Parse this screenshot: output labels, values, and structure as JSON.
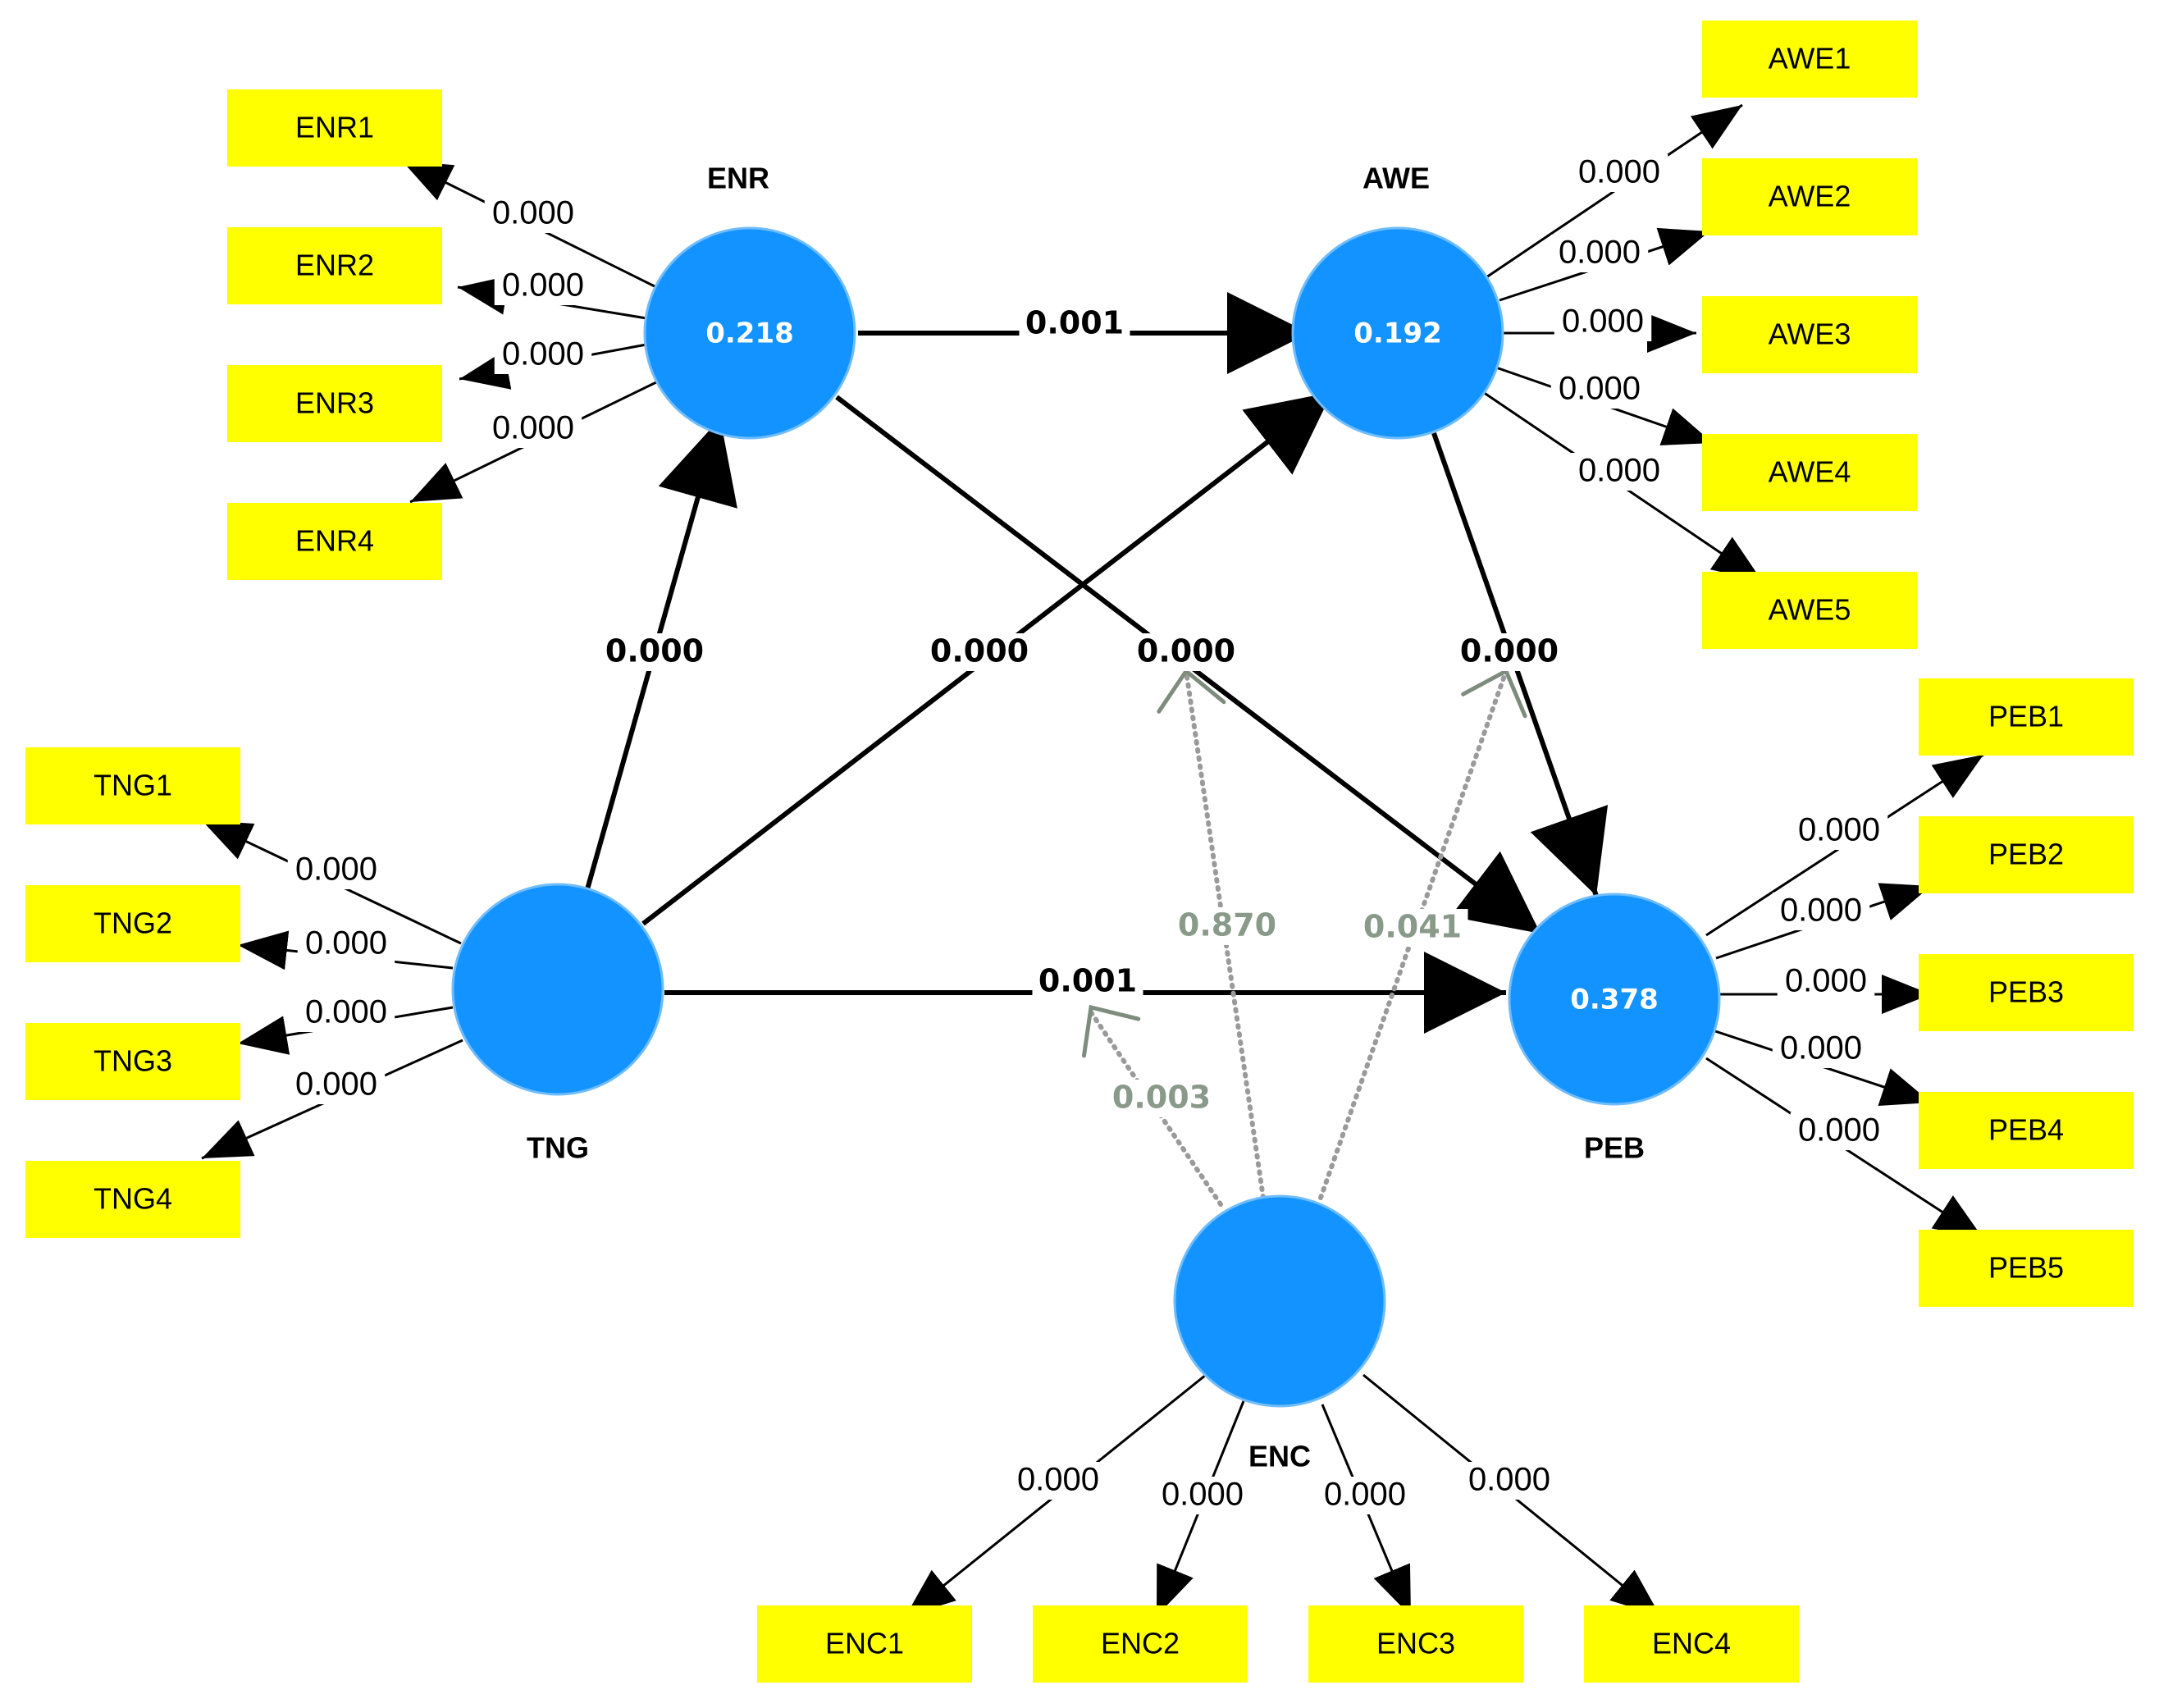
{
  "colors": {
    "construct_fill": "#1393ff",
    "indicator_fill": "#ffff00",
    "moderation_line": "#9a9a9a",
    "moderation_label": "#8a9a8a"
  },
  "constructs": [
    {
      "id": "ENR",
      "name": "ENR",
      "r2": "0.218"
    },
    {
      "id": "AWE",
      "name": "AWE",
      "r2": "0.192"
    },
    {
      "id": "TNG",
      "name": "TNG",
      "r2": ""
    },
    {
      "id": "PEB",
      "name": "PEB",
      "r2": "0.378"
    },
    {
      "id": "ENC",
      "name": "ENC",
      "r2": ""
    }
  ],
  "indicators": [
    {
      "id": "ENR1",
      "label": "ENR1",
      "construct": "ENR",
      "p": "0.000"
    },
    {
      "id": "ENR2",
      "label": "ENR2",
      "construct": "ENR",
      "p": "0.000"
    },
    {
      "id": "ENR3",
      "label": "ENR3",
      "construct": "ENR",
      "p": "0.000"
    },
    {
      "id": "ENR4",
      "label": "ENR4",
      "construct": "ENR",
      "p": "0.000"
    },
    {
      "id": "AWE1",
      "label": "AWE1",
      "construct": "AWE",
      "p": "0.000"
    },
    {
      "id": "AWE2",
      "label": "AWE2",
      "construct": "AWE",
      "p": "0.000"
    },
    {
      "id": "AWE3",
      "label": "AWE3",
      "construct": "AWE",
      "p": "0.000"
    },
    {
      "id": "AWE4",
      "label": "AWE4",
      "construct": "AWE",
      "p": "0.000"
    },
    {
      "id": "AWE5",
      "label": "AWE5",
      "construct": "AWE",
      "p": "0.000"
    },
    {
      "id": "TNG1",
      "label": "TNG1",
      "construct": "TNG",
      "p": "0.000"
    },
    {
      "id": "TNG2",
      "label": "TNG2",
      "construct": "TNG",
      "p": "0.000"
    },
    {
      "id": "TNG3",
      "label": "TNG3",
      "construct": "TNG",
      "p": "0.000"
    },
    {
      "id": "TNG4",
      "label": "TNG4",
      "construct": "TNG",
      "p": "0.000"
    },
    {
      "id": "PEB1",
      "label": "PEB1",
      "construct": "PEB",
      "p": "0.000"
    },
    {
      "id": "PEB2",
      "label": "PEB2",
      "construct": "PEB",
      "p": "0.000"
    },
    {
      "id": "PEB3",
      "label": "PEB3",
      "construct": "PEB",
      "p": "0.000"
    },
    {
      "id": "PEB4",
      "label": "PEB4",
      "construct": "PEB",
      "p": "0.000"
    },
    {
      "id": "PEB5",
      "label": "PEB5",
      "construct": "PEB",
      "p": "0.000"
    },
    {
      "id": "ENC1",
      "label": "ENC1",
      "construct": "ENC",
      "p": "0.000"
    },
    {
      "id": "ENC2",
      "label": "ENC2",
      "construct": "ENC",
      "p": "0.000"
    },
    {
      "id": "ENC3",
      "label": "ENC3",
      "construct": "ENC",
      "p": "0.000"
    },
    {
      "id": "ENC4",
      "label": "ENC4",
      "construct": "ENC",
      "p": "0.000"
    }
  ],
  "paths": [
    {
      "id": "ENR-AWE",
      "from": "ENR",
      "to": "AWE",
      "p": "0.001"
    },
    {
      "id": "TNG-ENR",
      "from": "TNG",
      "to": "ENR",
      "p": "0.000"
    },
    {
      "id": "TNG-AWE",
      "from": "TNG",
      "to": "AWE",
      "p": "0.000"
    },
    {
      "id": "ENR-PEB",
      "from": "ENR",
      "to": "PEB",
      "p": "0.000"
    },
    {
      "id": "AWE-PEB",
      "from": "AWE",
      "to": "PEB",
      "p": "0.000"
    },
    {
      "id": "TNG-PEB",
      "from": "TNG",
      "to": "PEB",
      "p": "0.001"
    }
  ],
  "moderations": [
    {
      "id": "ENC-ENR-PEB",
      "moderator": "ENC",
      "target_path": "ENR-PEB",
      "p": "0.870"
    },
    {
      "id": "ENC-AWE-PEB",
      "moderator": "ENC",
      "target_path": "AWE-PEB",
      "p": "0.041"
    },
    {
      "id": "ENC-TNG-PEB",
      "moderator": "ENC",
      "target_path": "TNG-PEB",
      "p": "0.003"
    }
  ]
}
